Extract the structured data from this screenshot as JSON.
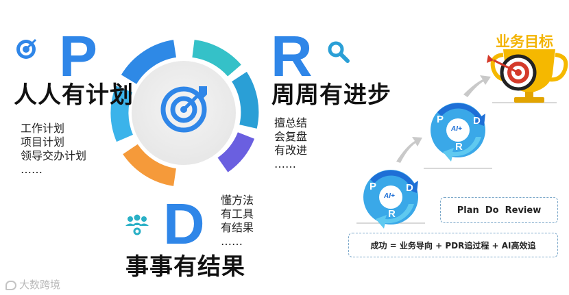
{
  "plan": {
    "letter": "P",
    "title": "人人有计划",
    "items": [
      "工作计划",
      "项目计划",
      "领导交办计划",
      "……"
    ]
  },
  "review": {
    "letter": "R",
    "title": "周周有进步",
    "items": [
      "擅总结",
      "会复盘",
      "有改进",
      "……"
    ]
  },
  "do": {
    "letter": "D",
    "title": "事事有结果",
    "items": [
      "懂方法",
      "有工具",
      "有结果",
      "……"
    ]
  },
  "cycle": {
    "p": "P",
    "d": "D",
    "r": "R",
    "center": "AI+"
  },
  "goal_label": "业务目标",
  "pdr_box": "Plan  Do  Review",
  "formula_box": "成功 = 业务导向 + PDR追过程 + AI高效追",
  "watermark": "大数跨境",
  "colors": {
    "primary_blue": "#2f86e8",
    "ring": [
      "#35c1c8",
      "#2a9fd6",
      "#1f6fd1",
      "#6a5fe0",
      "#f59a3a",
      "#3bb3ea",
      "#2e89e6"
    ],
    "gold": "#f3b300"
  },
  "icons": [
    "target-icon",
    "search-icon",
    "team-gear-icon",
    "trophy-icon",
    "arrow-up-icon"
  ]
}
